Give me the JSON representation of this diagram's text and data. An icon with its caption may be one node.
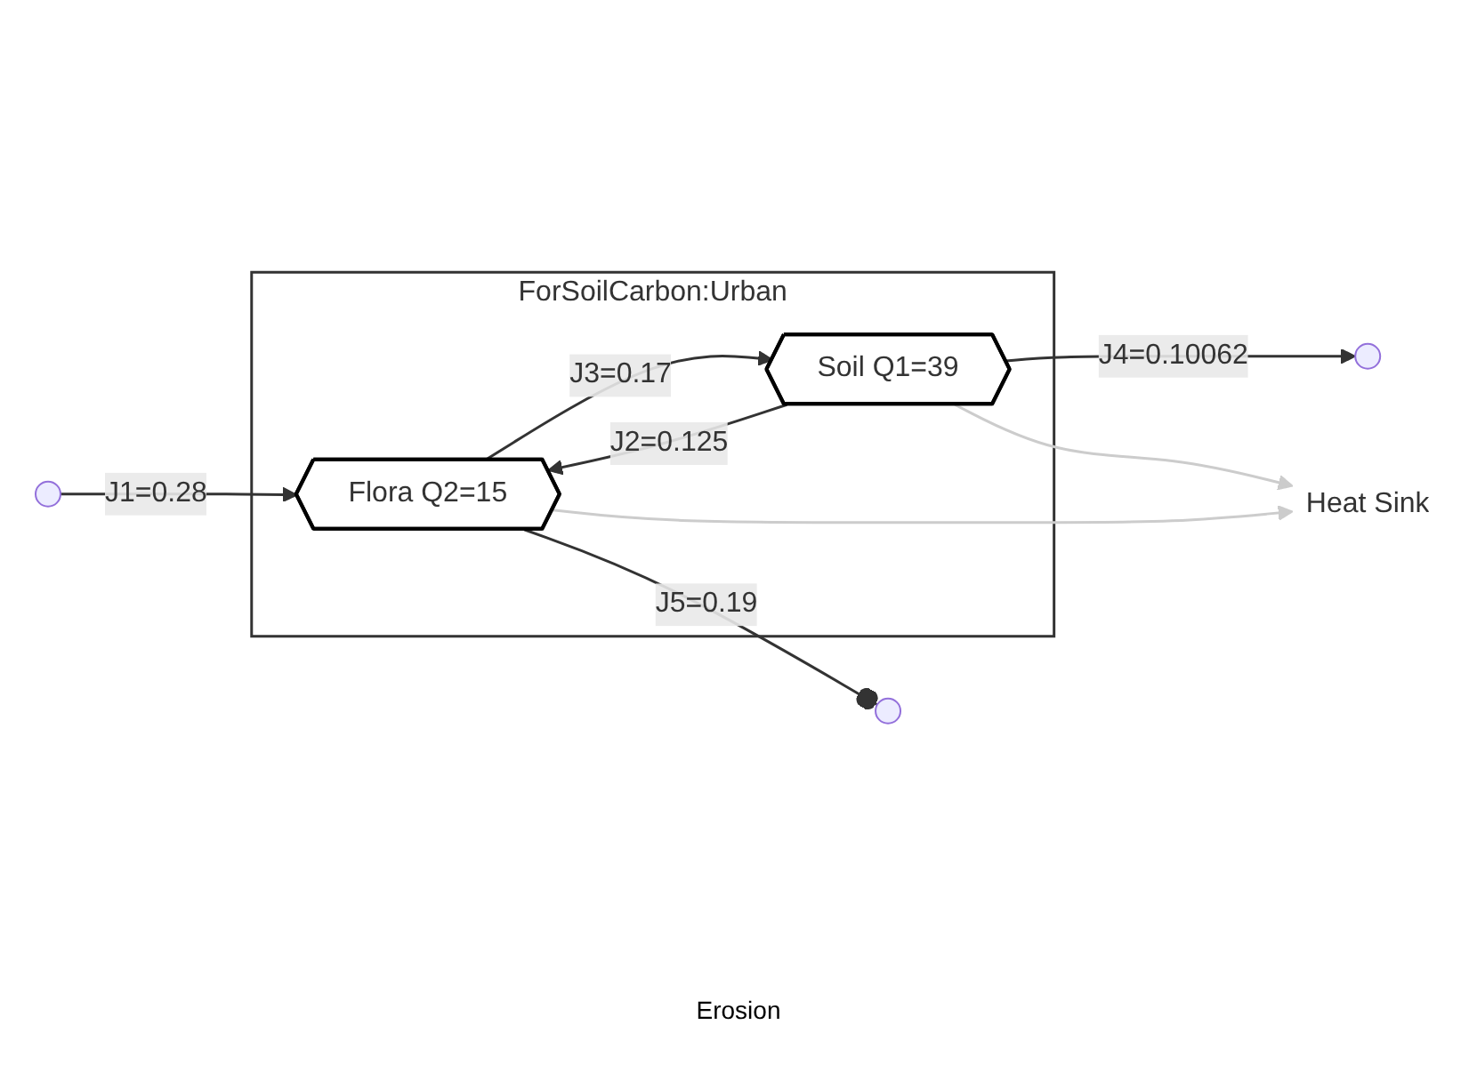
{
  "diagram": {
    "nodes": [
      {
        "text": [
          "ForSoilCarbon:Urban"
        ]
      },
      {
        "text": [
          "Flora Q2=15"
        ],
        "in": 0
      },
      {
        "text": [
          "Soil Q1=39"
        ],
        "in": 0
      },
      {
        "text": [
          "Heat Sink"
        ]
      }
    ],
    "edges": [
      {
        "from": null,
        "to": 1,
        "arrow": "to",
        "label": "J1=0.28"
      },
      {
        "from": 1,
        "to": 2,
        "arrow": "to",
        "label": "J3=0.17"
      },
      {
        "from": 2,
        "to": 1,
        "arrow": "to",
        "label": "J2=0.125"
      },
      {
        "from": 1,
        "to": null,
        "arrow": "other",
        "label": "J5=0.19"
      },
      {
        "from": 2,
        "to": null,
        "arrow": "to",
        "label": "J4=0.10062"
      },
      {
        "from": 2,
        "to": 3,
        "arrow": "to",
        "color": "#cccccc"
      },
      {
        "from": 1,
        "to": 3,
        "arrow": "to",
        "color": "#cccccc"
      }
    ],
    "labels": [
      "Erosion"
    ]
  }
}
